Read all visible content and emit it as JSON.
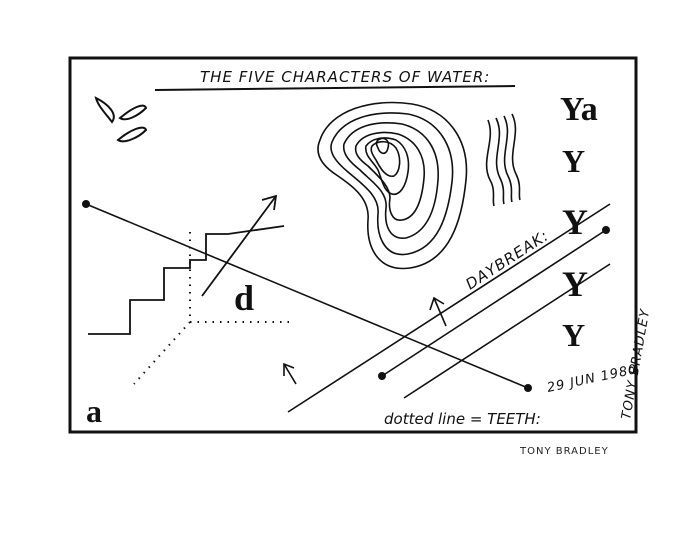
{
  "drawing": {
    "title": "THE FIVE CHARACTERS OF WATER:",
    "daybreak_label": "DAYBREAK:",
    "dotted_line_note": "dotted line = TEETH:",
    "date": "29 JUN 1980",
    "vertical_signature": "TONY BRADLEY",
    "letter_a": "a",
    "letter_d": "d",
    "ya_top": "Ya",
    "y_column": [
      "Y",
      "Y",
      "Y",
      "Y"
    ]
  },
  "caption": {
    "artist": "TONY BRADLEY"
  },
  "colors": {
    "ink": "#111111",
    "paper": "#ffffff"
  }
}
